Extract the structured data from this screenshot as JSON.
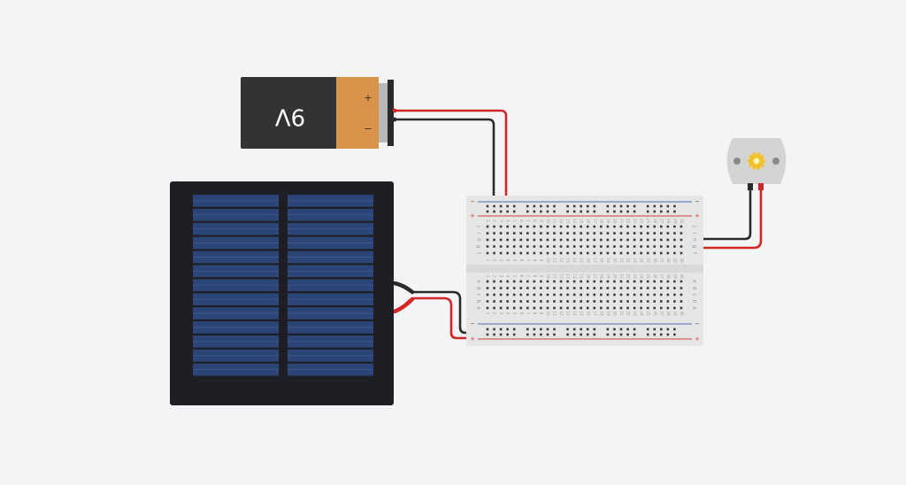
{
  "battery": {
    "label": "9V",
    "plus_sign": "+",
    "minus_sign": "−",
    "body_color": "#333333",
    "cap_color": "#d9934a"
  },
  "breadboard": {
    "columns": 30,
    "column_labels": [
      "1",
      "2",
      "3",
      "4",
      "5",
      "6",
      "7",
      "8",
      "9",
      "10",
      "11",
      "12",
      "13",
      "14",
      "15",
      "16",
      "17",
      "18",
      "19",
      "20",
      "21",
      "22",
      "23",
      "24",
      "25",
      "26",
      "27",
      "28",
      "29",
      "30"
    ],
    "top_rows": [
      "j",
      "i",
      "h",
      "g",
      "f"
    ],
    "bottom_rows": [
      "e",
      "d",
      "c",
      "b",
      "a"
    ],
    "rail_plus": "+",
    "rail_minus": "−",
    "body_color": "#e6e6e6",
    "rail_red": "#d33a3a",
    "rail_blue": "#4a6fb5"
  },
  "solar_panel": {
    "frame_color": "#1e1f24",
    "cell_color": "#2c4576"
  },
  "motor": {
    "body_color": "#d4d4d4",
    "gear_color": "#f2c12e"
  },
  "wires": {
    "red": "#d32626",
    "black": "#2b2b2b"
  }
}
